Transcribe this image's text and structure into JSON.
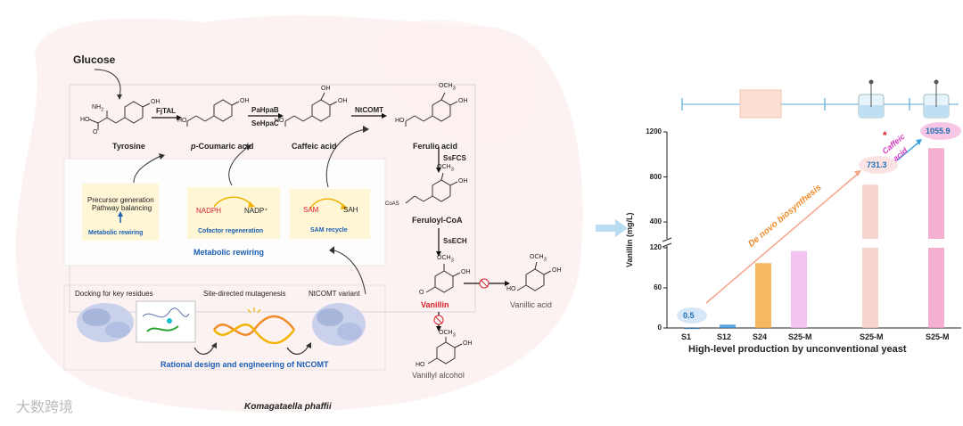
{
  "pathway": {
    "glucose": "Glucose",
    "tyrosine": "Tyrosine",
    "p_prefix": "p",
    "coumaric": "-Coumaric acid",
    "caffeic": "Caffeic acid",
    "ferulic": "Ferulic acid",
    "feruloyl_coa": "Feruloyl-CoA",
    "vanillin": "Vanillin",
    "vanillic_acid": "Vanillic acid",
    "vanillyl_alcohol": "Vanillyl alcohol",
    "host": "Komagataella phaffii"
  },
  "enzymes": {
    "fjtal": "FjTAL",
    "pahpab": "PaHpaB",
    "sehpac": "SeHpaC",
    "ntcomt": "NtCOMT",
    "ssfcs": "SsFCS",
    "ssech": "SsECH"
  },
  "groups": {
    "nh2": "NH",
    "two": "2",
    "ho": "HO",
    "oh": "OH",
    "o": "O",
    "och3": "OCH",
    "three": "3",
    "coas": "CoAS"
  },
  "metabolic": {
    "precursor": "Precursor generation",
    "pathway": "Pathway balancing",
    "rewiring_box": "Metabolic rewiring",
    "nadph": "NADPH",
    "nadp": "NADP⁺",
    "cofactor": "Cofactor regeneration",
    "sam": "SAM",
    "sah": "SAH",
    "sam_recycle": "SAM  recycle",
    "title": "Metabolic rewiring"
  },
  "engineering": {
    "docking": "Docking for key residues",
    "mutagenesis": "Site-directed mutagenesis",
    "variant": "NtCOMT variant",
    "title": "Rational design and engineering of NtCOMT"
  },
  "watermark": "大数跨境",
  "chart_data": {
    "type": "bar",
    "categories": [
      "S1",
      "S12",
      "S24",
      "S25-M",
      "S25-M",
      "S25-M"
    ],
    "values": [
      0.5,
      5,
      97,
      115,
      731.3,
      1055.9
    ],
    "colors": [
      "#1f6fb5",
      "#2f8fd8",
      "#f4a63a",
      "#f2b6ec",
      "#f6c9c2",
      "#f29cc4"
    ],
    "ylabel": "Vanillin (mg/L)",
    "xlabel": "High-level production by unconventional yeast",
    "lower_ticks": [
      "0",
      "60",
      "120"
    ],
    "upper_ticks": [
      "400",
      "800",
      "1200"
    ],
    "lower_range": [
      0,
      120
    ],
    "upper_range": [
      250,
      1200
    ],
    "value_labels": [
      "0.5",
      "731.3",
      "1055.9"
    ],
    "annotation_denovo": "De novo biosynthesis",
    "annotation_caffeic_1": "Caffeic",
    "annotation_caffeic_2": "acid",
    "asterisk": "*"
  }
}
